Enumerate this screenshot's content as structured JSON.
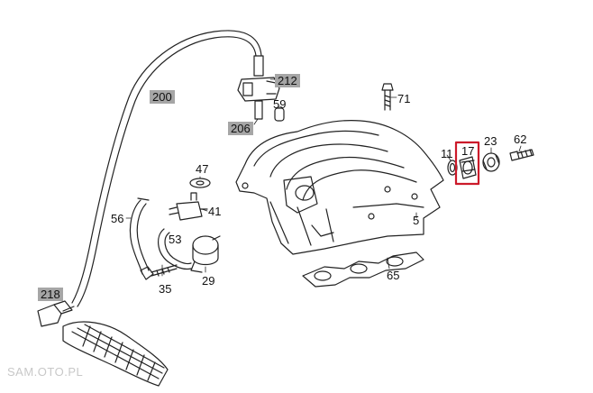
{
  "labels": {
    "l200": "200",
    "l212": "212",
    "l59": "59",
    "l206": "206",
    "l71": "71",
    "l47": "47",
    "l41": "41",
    "l56": "56",
    "l53": "53",
    "l35": "35",
    "l29": "29",
    "l218": "218",
    "l11": "11",
    "l17": "17",
    "l23": "23",
    "l62": "62",
    "l5": "5",
    "l65": "65"
  },
  "highlighted_part": "17",
  "watermark": "SAM.OTO.PL",
  "colors": {
    "reference_badge": "#a6a6a6",
    "highlight_box": "#cc1a2a",
    "line_art": "#222222"
  }
}
